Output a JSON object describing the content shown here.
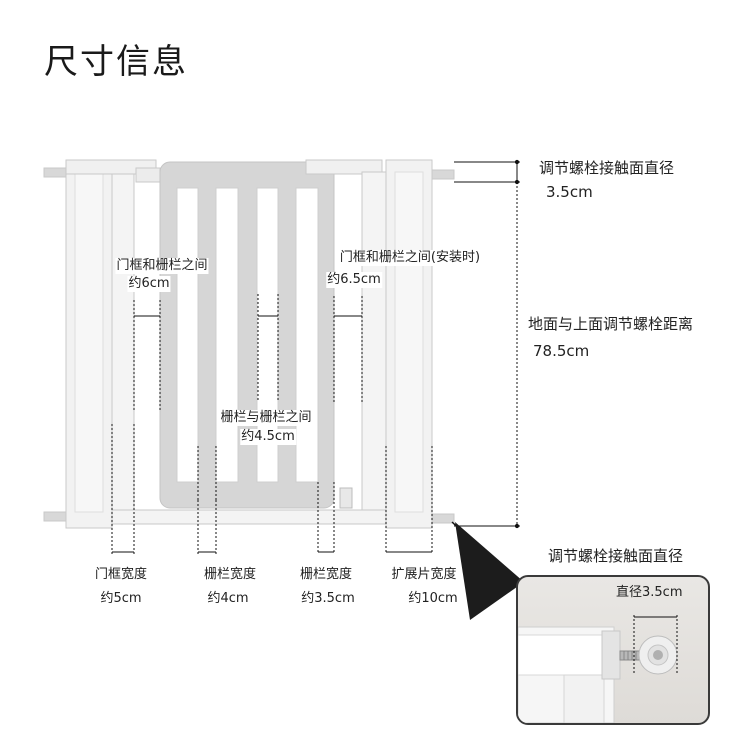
{
  "header": {
    "title": "尺寸信息"
  },
  "dimensions": {
    "screw_contact_diameter": {
      "label": "调节螺栓接触面直径",
      "value": "3.5cm"
    },
    "floor_to_upper_screw": {
      "label": "地面与上面调节螺栓距离",
      "value": "78.5cm"
    },
    "frame_to_bar_left": {
      "label": "门框和栅栏之间",
      "value": "约6cm"
    },
    "frame_to_bar_right": {
      "label": "门框和栅栏之间(安装时)",
      "value": "约6.5cm"
    },
    "bar_to_bar": {
      "label": "栅栏与栅栏之间",
      "value": "约4.5cm"
    },
    "door_frame_width": {
      "label": "门框宽度",
      "value": "约5cm"
    },
    "bar_width_1": {
      "label": "栅栏宽度",
      "value": "约4cm"
    },
    "bar_width_2": {
      "label": "栅栏宽度",
      "value": "约3.5cm"
    },
    "extension_width": {
      "label": "扩展片宽度",
      "value": "约10cm"
    }
  },
  "inset": {
    "caption": "调节螺栓接触面直径",
    "measure": "直径3.5cm"
  }
}
